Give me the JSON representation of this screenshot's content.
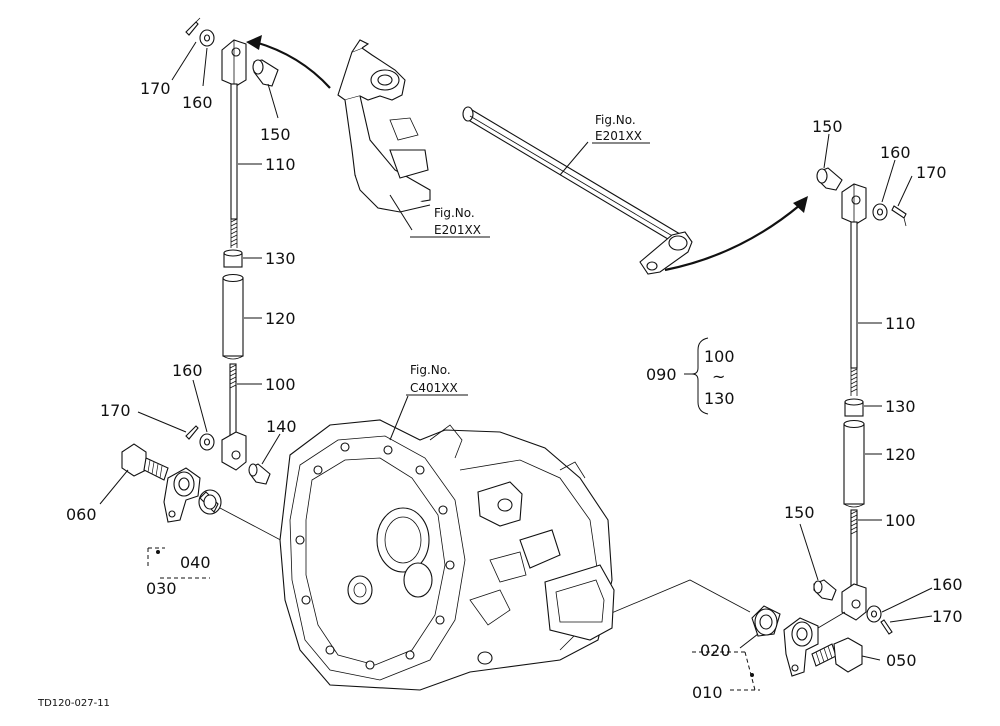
{
  "diagram": {
    "drawing_code": "TD120-027-11",
    "left_assembly": {
      "labels": {
        "p170_top": "170",
        "p160_top": "160",
        "p150": "150",
        "p110": "110",
        "p130": "130",
        "p120": "120",
        "p160_mid": "160",
        "p100": "100",
        "p170_mid": "170",
        "p140": "140",
        "p060": "060",
        "p040": "040",
        "p030": "030"
      }
    },
    "right_assembly": {
      "labels": {
        "p150_top": "150",
        "p160_top": "160",
        "p170_top": "170",
        "p110": "110",
        "p130": "130",
        "p120": "120",
        "p150_mid": "150",
        "p100": "100",
        "p160_mid": "160",
        "p170_mid": "170",
        "p020": "020",
        "p050": "050",
        "p010": "010"
      }
    },
    "kit": {
      "code": "090",
      "range_start": "100",
      "range_sep": "~",
      "range_end": "130"
    },
    "figure_refs": [
      {
        "line1": "Fig.No.",
        "line2": "E201XX"
      },
      {
        "line1": "Fig.No.",
        "line2": "E201XX"
      },
      {
        "line1": "Fig.No.",
        "line2": "C401XX"
      }
    ]
  }
}
